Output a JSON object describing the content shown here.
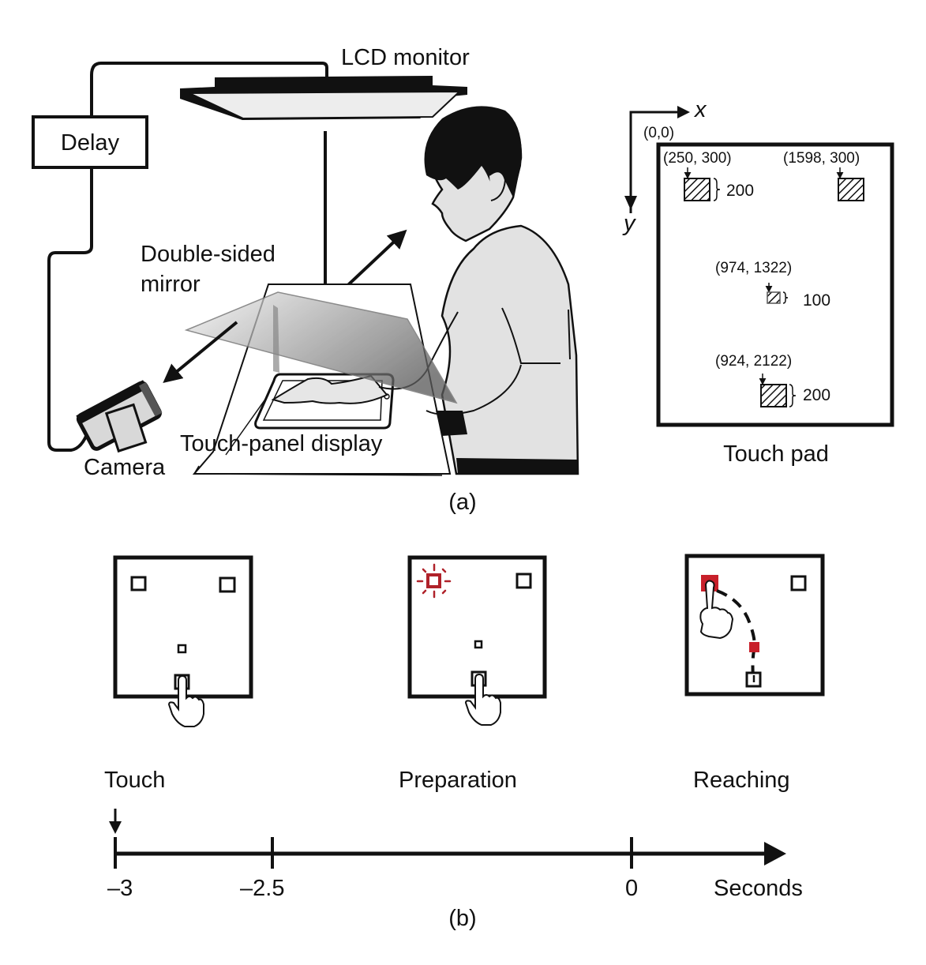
{
  "figure": {
    "panel_a": {
      "caption": "(a)",
      "labels": {
        "lcd_monitor": "LCD monitor",
        "delay": "Delay",
        "mirror_line1": "Double-sided",
        "mirror_line2": "mirror",
        "touch_panel": "Touch-panel display",
        "camera": "Camera"
      },
      "touch_pad": {
        "title": "Touch pad",
        "axis_x": "x",
        "axis_y": "y",
        "origin": "(0,0)",
        "targets": [
          {
            "name": "top-left",
            "coord": "(250, 300)",
            "size_label": "200"
          },
          {
            "name": "top-right",
            "coord": "(1598, 300)",
            "size_label": ""
          },
          {
            "name": "center",
            "coord": "(974, 1322)",
            "size_label": "100"
          },
          {
            "name": "start",
            "coord": "(924, 2122)",
            "size_label": "200"
          }
        ]
      }
    },
    "panel_b": {
      "caption": "(b)",
      "phases": [
        {
          "label": "Touch"
        },
        {
          "label": "Preparation"
        },
        {
          "label": "Reaching"
        }
      ],
      "timeline": {
        "unit_label": "Seconds",
        "ticks": [
          "–3",
          "–2.5",
          "0"
        ]
      },
      "colors": {
        "highlight": "#b0222a",
        "filled_target": "#c8202a",
        "ink": "#111111"
      }
    }
  }
}
